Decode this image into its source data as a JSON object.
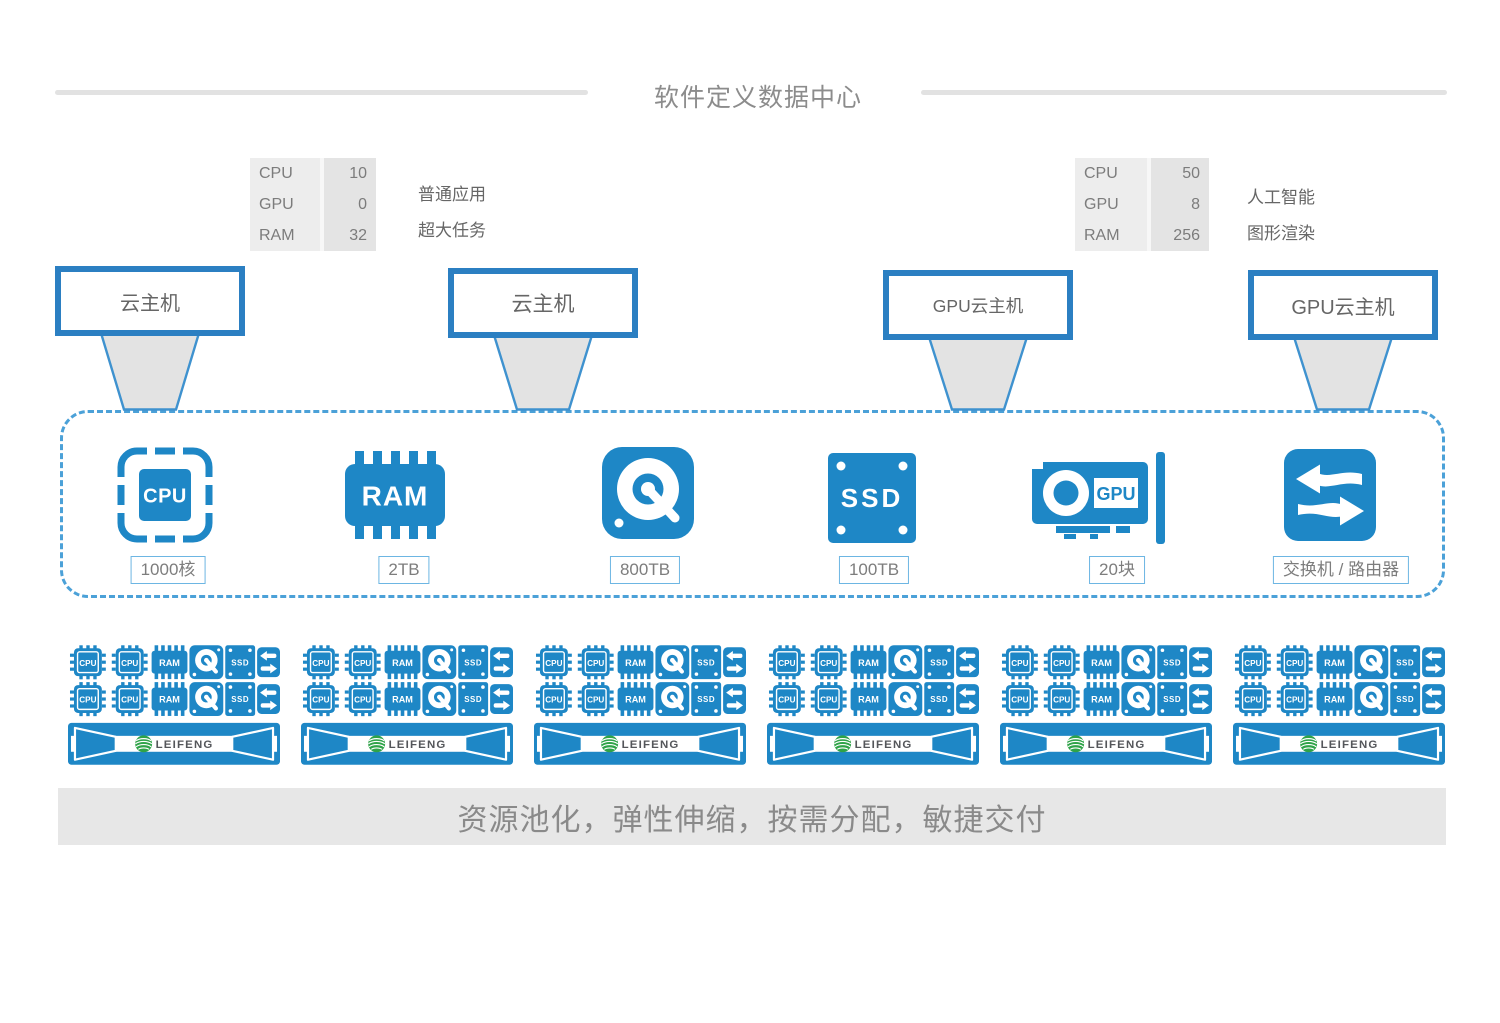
{
  "title": {
    "text": "软件定义数据中心"
  },
  "spec_tables": {
    "left": {
      "rows": [
        {
          "label": "CPU",
          "value": "10"
        },
        {
          "label": "GPU",
          "value": "0"
        },
        {
          "label": "RAM",
          "value": "32"
        }
      ],
      "note_line1": "普通应用",
      "note_line2": "超大任务"
    },
    "right": {
      "rows": [
        {
          "label": "CPU",
          "value": "50"
        },
        {
          "label": "GPU",
          "value": "8"
        },
        {
          "label": "RAM",
          "value": "256"
        }
      ],
      "note_line1": "人工智能",
      "note_line2": "图形渲染"
    }
  },
  "hosts": [
    {
      "label": "云主机"
    },
    {
      "label": "云主机"
    },
    {
      "label": "GPU云主机"
    },
    {
      "label": "GPU云主机"
    }
  ],
  "pool": {
    "items": [
      {
        "icon": "cpu-chip-icon",
        "icon_text": "CPU",
        "label": "1000核"
      },
      {
        "icon": "ram-module-icon",
        "icon_text": "RAM",
        "label": "2TB"
      },
      {
        "icon": "hard-disk-icon",
        "label": "800TB"
      },
      {
        "icon": "ssd-icon",
        "icon_text": "SSD",
        "label": "100TB"
      },
      {
        "icon": "gpu-card-icon",
        "icon_text": "GPU",
        "label": "20块"
      },
      {
        "icon": "network-switch-icon",
        "label": "交换机 / 路由器"
      }
    ]
  },
  "racks": {
    "count": 6,
    "brand": "LEIFENG",
    "mini_icon_labels": {
      "cpu": "CPU",
      "ram": "RAM",
      "ssd": "SSD"
    }
  },
  "footer": {
    "text": "资源池化，弹性伸缩，按需分配，敏捷交付"
  },
  "colors": {
    "primary": "#1e87c6",
    "border-blue": "#2b7fc2",
    "dashed-blue": "#4ba1d8",
    "label-border": "#6db6e3",
    "logo-green": "#2fa348",
    "gray-text": "#8a8a8a"
  }
}
